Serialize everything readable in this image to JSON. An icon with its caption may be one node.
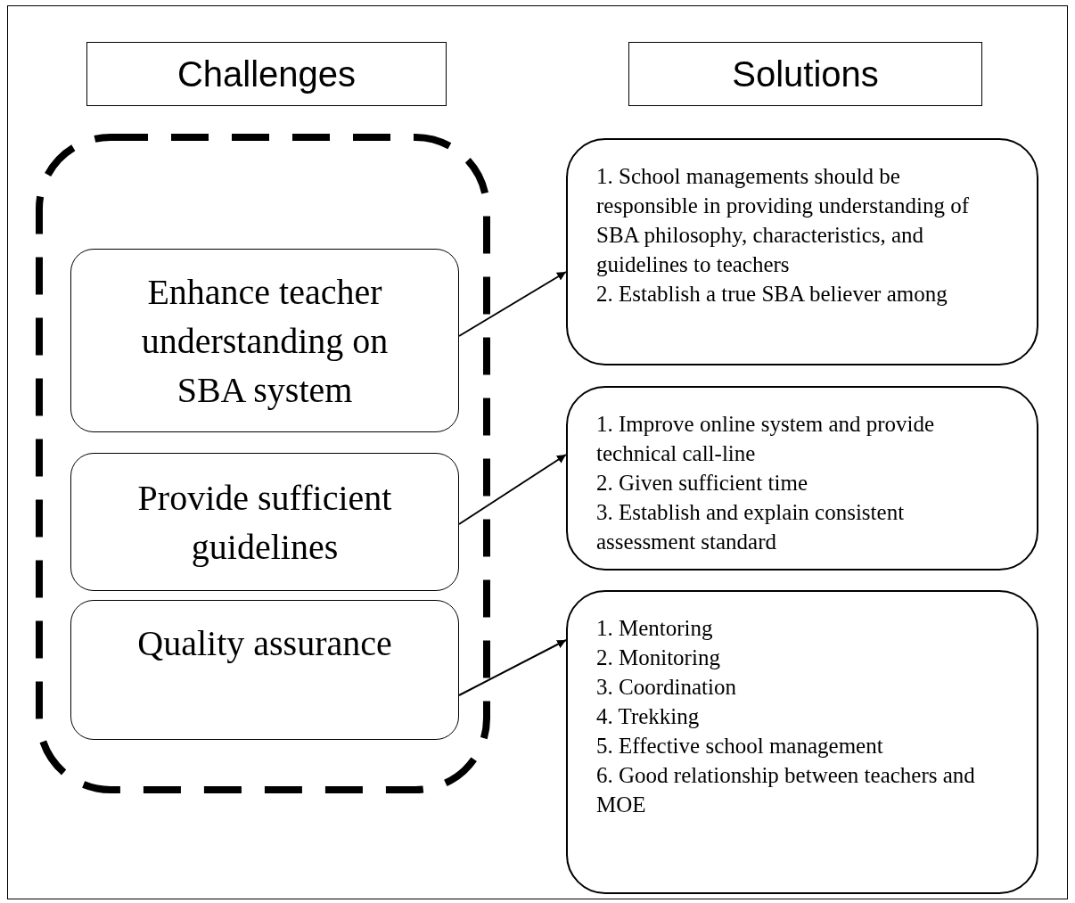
{
  "diagram": {
    "nodes": [
      {
        "text": [
          "Challenges"
        ]
      },
      {
        "text": [
          "Solutions"
        ]
      },
      {
        "text": [],
        "shape": "box"
      },
      {
        "text": [
          "Enhance teacher understanding on SBA system"
        ],
        "in": 2
      },
      {
        "text": [
          "Provide sufficient guidelines"
        ],
        "in": 2
      },
      {
        "text": [
          "Quality assurance"
        ],
        "in": 2
      },
      {
        "text": [
          "1. School managements should be responsible in providing understanding of SBA philosophy, characteristics, and guidelines to teachers",
          "2. Establish a true SBA believer among"
        ]
      },
      {
        "text": [
          "1. Improve online system and provide technical call-line",
          "2. Given sufficient time",
          "3. Establish and explain consistent assessment standard"
        ]
      },
      {
        "text": [
          "1. Mentoring",
          "2. Monitoring",
          "3. Coordination",
          "4. Trekking",
          "5. Effective school management",
          "6. Good relationship between teachers and MOE"
        ]
      }
    ],
    "edges": [
      {
        "from": 3,
        "to": 6,
        "arrow": "to"
      },
      {
        "from": 4,
        "to": 7,
        "arrow": "to"
      },
      {
        "from": 5,
        "to": 8,
        "arrow": "to"
      }
    ]
  }
}
